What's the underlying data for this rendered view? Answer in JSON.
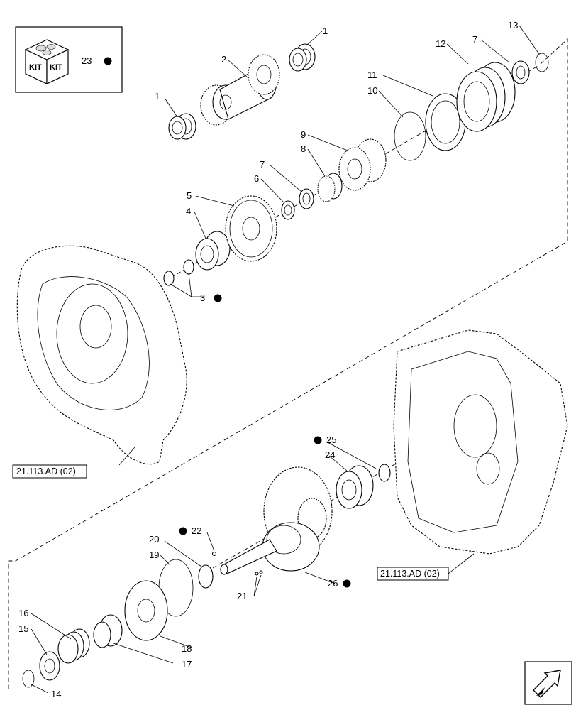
{
  "kit_box": {
    "kit_text_1": "KIT",
    "kit_text_2": "KIT",
    "legend_text": "23 ="
  },
  "callouts": [
    {
      "id": "c1a",
      "text": "1"
    },
    {
      "id": "c1b",
      "text": "1"
    },
    {
      "id": "c2",
      "text": "2"
    },
    {
      "id": "c3",
      "text": "3"
    },
    {
      "id": "c4",
      "text": "4"
    },
    {
      "id": "c5",
      "text": "5"
    },
    {
      "id": "c6",
      "text": "6"
    },
    {
      "id": "c7a",
      "text": "7"
    },
    {
      "id": "c7b",
      "text": "7"
    },
    {
      "id": "c8",
      "text": "8"
    },
    {
      "id": "c9",
      "text": "9"
    },
    {
      "id": "c10",
      "text": "10"
    },
    {
      "id": "c11",
      "text": "11"
    },
    {
      "id": "c12",
      "text": "12"
    },
    {
      "id": "c13",
      "text": "13"
    },
    {
      "id": "c14",
      "text": "14"
    },
    {
      "id": "c15",
      "text": "15"
    },
    {
      "id": "c16",
      "text": "16"
    },
    {
      "id": "c17",
      "text": "17"
    },
    {
      "id": "c18",
      "text": "18"
    },
    {
      "id": "c19",
      "text": "19"
    },
    {
      "id": "c20",
      "text": "20"
    },
    {
      "id": "c21",
      "text": "21"
    },
    {
      "id": "c22",
      "text": "22"
    },
    {
      "id": "c24",
      "text": "24"
    },
    {
      "id": "c25",
      "text": "25"
    },
    {
      "id": "c26",
      "text": "26"
    }
  ],
  "references": {
    "left_housing": "21.113.AD (02)",
    "right_housing": "21.113.AD (02)"
  }
}
